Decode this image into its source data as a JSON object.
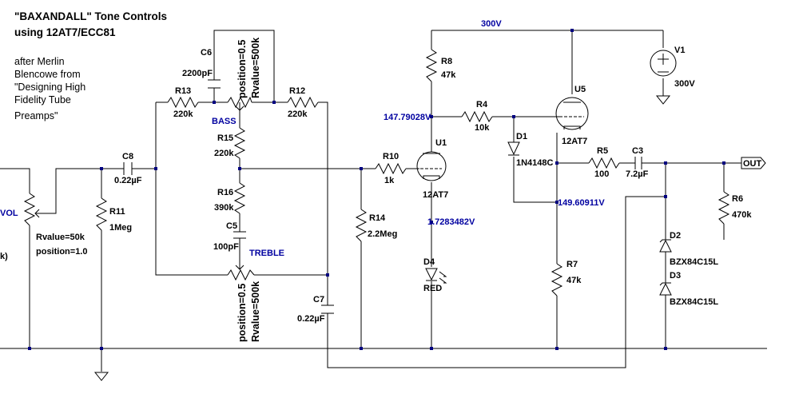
{
  "title": {
    "line1": "\"BAXANDALL\" Tone Controls",
    "line2": "using 12AT7/ECC81"
  },
  "credit": [
    "after Merlin",
    "Blencowe from",
    "\"Designing High",
    "Fidelity Tube",
    "Preamps\""
  ],
  "supply": {
    "net": "300V",
    "name": "V1",
    "value": "300V"
  },
  "voltages": {
    "plate_u1": "147.79028V",
    "cathode_u1": "1.7283482V",
    "cathode_u5": "149.60911V"
  },
  "components": {
    "R8": {
      "name": "R8",
      "value": "47k"
    },
    "R4": {
      "name": "R4",
      "value": "10k"
    },
    "R5": {
      "name": "R5",
      "value": "100"
    },
    "R6": {
      "name": "R6",
      "value": "470k"
    },
    "R7": {
      "name": "R7",
      "value": "47k"
    },
    "R10": {
      "name": "R10",
      "value": "1k"
    },
    "R11": {
      "name": "R11",
      "value": "1Meg"
    },
    "R12": {
      "name": "R12",
      "value": "220k"
    },
    "R13": {
      "name": "R13",
      "value": "220k"
    },
    "R14": {
      "name": "R14",
      "value": "2.2Meg"
    },
    "R15": {
      "name": "R15",
      "value": "220k"
    },
    "R16": {
      "name": "R16",
      "value": "390k"
    },
    "C3": {
      "name": "C3",
      "value": "7.2µF"
    },
    "C5": {
      "name": "C5",
      "value": "100pF"
    },
    "C6": {
      "name": "C6",
      "value": "2200pF"
    },
    "C7": {
      "name": "C7",
      "value": "0.22µF"
    },
    "C8": {
      "name": "C8",
      "value": "0.22µF"
    },
    "D1": {
      "name": "D1",
      "value": "1N4148C"
    },
    "D2": {
      "name": "D2",
      "value": "BZX84C15L"
    },
    "D3": {
      "name": "D3",
      "value": "BZX84C15L"
    },
    "D4": {
      "name": "D4",
      "value": "RED"
    },
    "U1": {
      "name": "U1",
      "value": "12AT7"
    },
    "U5": {
      "name": "U5",
      "value": "12AT7"
    }
  },
  "pots": {
    "bass": {
      "label": "BASS",
      "position": "position=0.5",
      "rvalue": "Rvalue=500k"
    },
    "treble": {
      "label": "TREBLE",
      "position": "position=0.5",
      "rvalue": "Rvalue=500k"
    },
    "vol": {
      "label": "VOL",
      "rvalue": "Rvalue=50k",
      "position": "position=1.0",
      "partial": "k)"
    }
  },
  "output": {
    "label": "OUT"
  }
}
